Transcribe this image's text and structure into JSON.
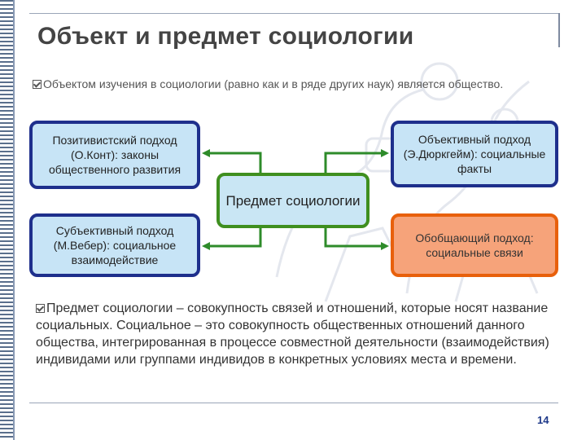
{
  "title": "Объект и предмет социологии",
  "intro_text": "Объектом изучения в социологии (равно как и в ряде других наук) является общество.",
  "boxes": {
    "positivist": "Позитивистский подход (О.Конт): законы общественного развития",
    "subjective": "Субъективный подход (М.Вебер): социальное взаимодействие",
    "objective": "Объективный подход (Э.Дюркгейм): социальные факты",
    "generalizing": "Обобщающий подход: социальные связи",
    "center": "Предмет социологии"
  },
  "body_text": "Предмет социологии – совокупность связей и отношений, которые носят название социальных. Социальное – это совокупность общественных отношений данного общества, интегрированная в процессе совместной деятельности (взаимодействия) индивидами или группами индивидов в конкретных условиях места и времени.",
  "page_number": "14",
  "colors": {
    "blue_border": "#1e2f8c",
    "blue_fill": "#c7e4f6",
    "green_border": "#3f8f1f",
    "green_arrow": "#2e8b2a",
    "orange_border": "#e8600b",
    "orange_fill": "#f6a37a",
    "page_number": "#1f3a8a"
  },
  "icons": {
    "bullet": "checkbox-icon"
  }
}
